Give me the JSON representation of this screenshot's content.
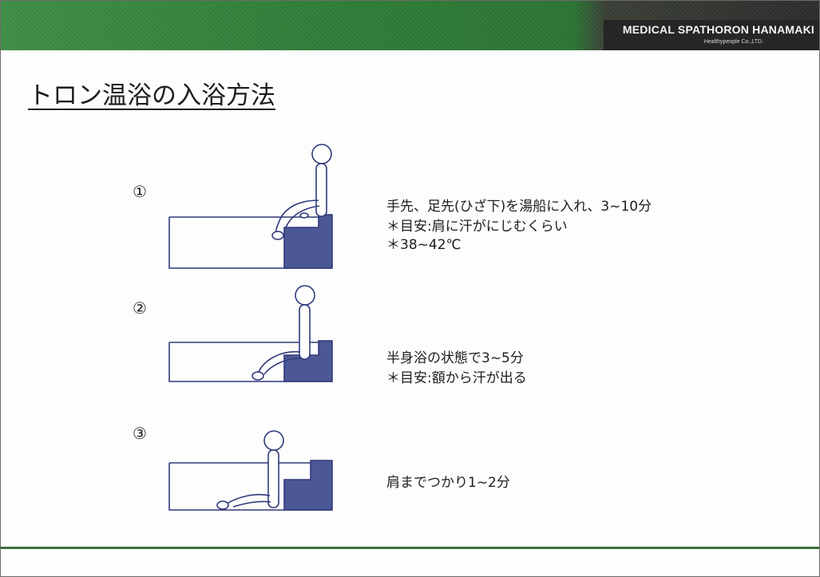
{
  "header": {
    "brand_name": "MEDICAL SPATHORON HANAMAKI",
    "brand_sub": "Healthypeople Co.,LTD."
  },
  "page_title": "トロン温浴の入浴方法",
  "steps": [
    {
      "number": "①",
      "main": "手先、足先(ひざ下)を湯船に入れ、3~10分",
      "notes": [
        "＊目安:肩に汗がにじむくらい",
        "＊38~42℃"
      ]
    },
    {
      "number": "②",
      "main": "半身浴の状態で3~5分",
      "notes": [
        "＊目安:額から汗が出る"
      ]
    },
    {
      "number": "③",
      "main": "肩までつかり1~2分",
      "notes": []
    }
  ],
  "colors": {
    "header_green": "#2f7d37",
    "brand_bg": "#262626",
    "figure_navy": "#2f3a7a",
    "step_fill": "#4c5796",
    "footer_line": "#3b6f3f"
  }
}
